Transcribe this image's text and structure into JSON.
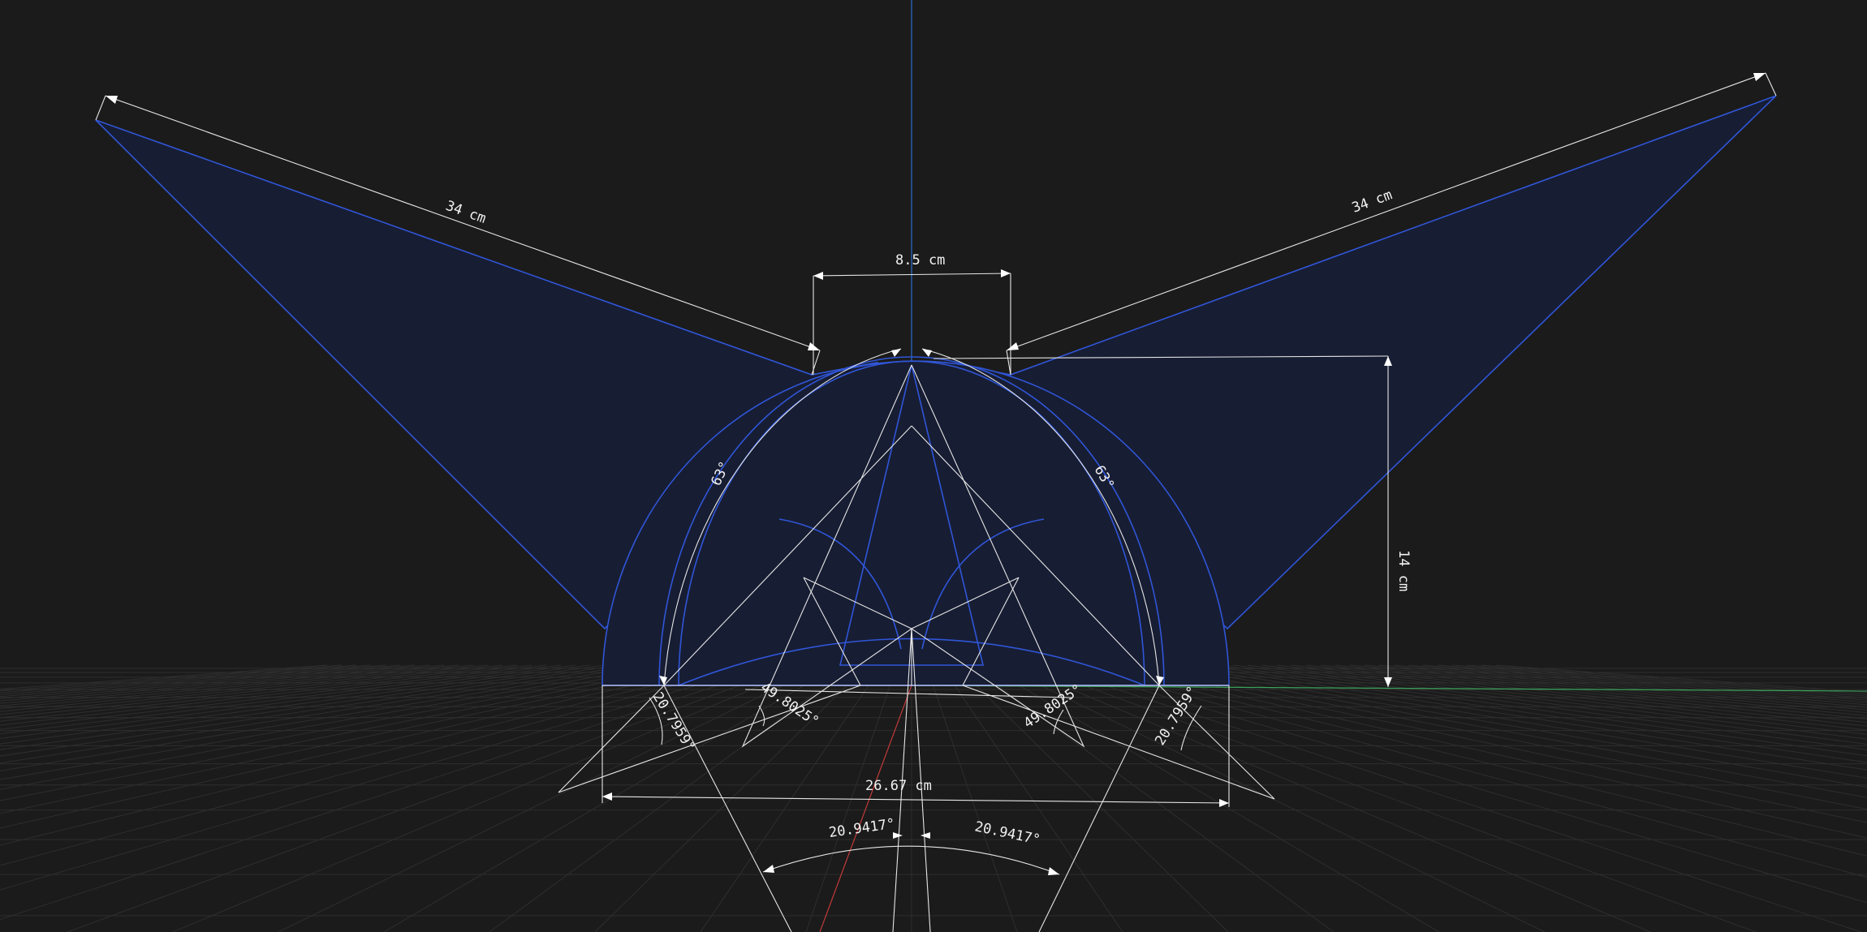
{
  "colors": {
    "background": "#1b1b1b",
    "shape_fill": "#171d33",
    "shape_stroke": "#3056d8",
    "dimension": "#e6e6e6",
    "axis_y": "#2b6fd0",
    "axis_x": "#3aa35a",
    "axis_z": "#c23a3a",
    "grid": "#2e2e2e"
  },
  "dimensions": {
    "left_edge_length": "34 cm",
    "right_edge_length": "34 cm",
    "top_width": "8.5 cm",
    "height": "14 cm",
    "base_width": "26.67 cm"
  },
  "angles": {
    "left_arc": "63°",
    "right_arc": "63°",
    "left_outer": "20.7959°",
    "right_outer": "20.7959°",
    "left_inner": "49.8025°",
    "right_inner": "49.8025°",
    "bottom_left": "20.9417°",
    "bottom_right": "20.9417°"
  },
  "icons": {
    "dimension_arrow": "arrowhead-icon"
  }
}
